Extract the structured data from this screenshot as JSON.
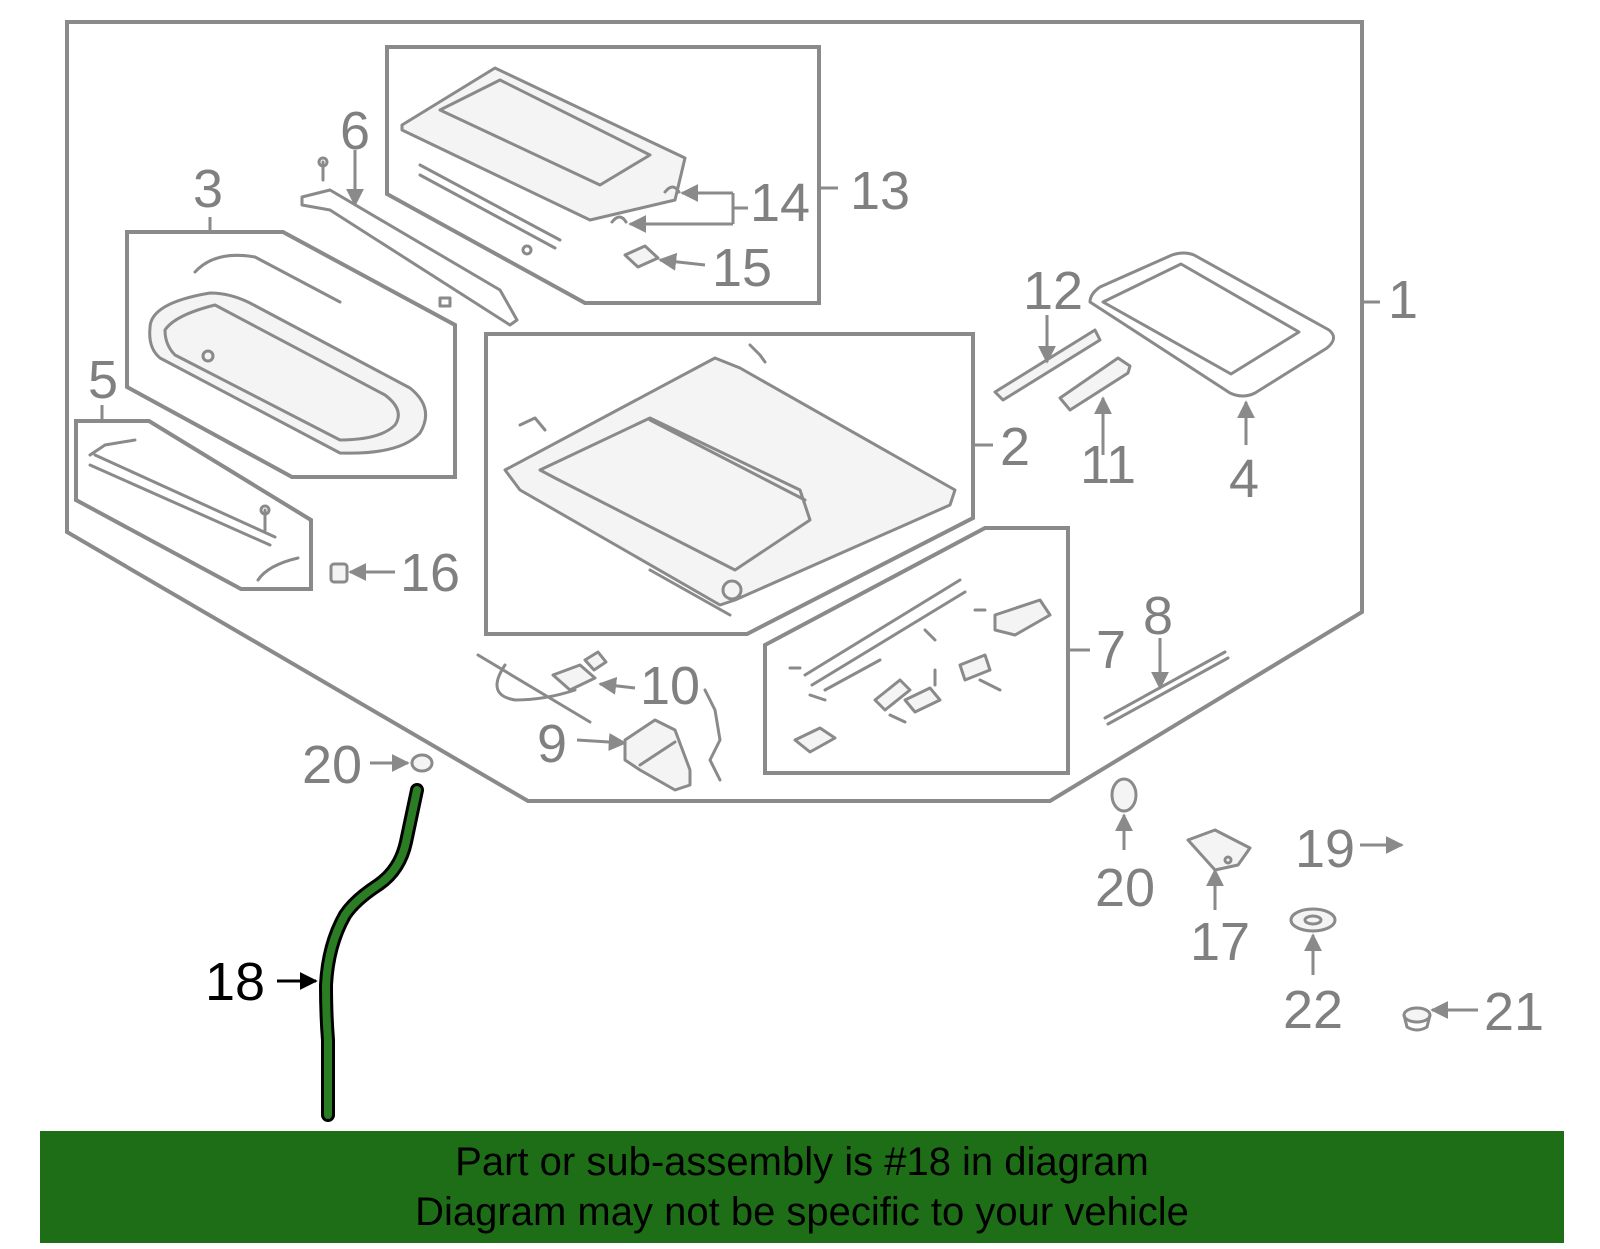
{
  "colors": {
    "highlight_part": "#2a7d22",
    "banner_background": "#1e6e17",
    "line_gray": "#8a8a8a",
    "label_gray": "#808080",
    "highlight_label": "#000000"
  },
  "callouts": [
    {
      "id": "1",
      "text": "1"
    },
    {
      "id": "2",
      "text": "2"
    },
    {
      "id": "3",
      "text": "3"
    },
    {
      "id": "4",
      "text": "4"
    },
    {
      "id": "5",
      "text": "5"
    },
    {
      "id": "6",
      "text": "6"
    },
    {
      "id": "7",
      "text": "7"
    },
    {
      "id": "8",
      "text": "8"
    },
    {
      "id": "9",
      "text": "9"
    },
    {
      "id": "10",
      "text": "10"
    },
    {
      "id": "11",
      "text": "11"
    },
    {
      "id": "12",
      "text": "12"
    },
    {
      "id": "13",
      "text": "13"
    },
    {
      "id": "14",
      "text": "14"
    },
    {
      "id": "15",
      "text": "15"
    },
    {
      "id": "16",
      "text": "16"
    },
    {
      "id": "17",
      "text": "17"
    },
    {
      "id": "18",
      "text": "18",
      "highlighted": true
    },
    {
      "id": "19",
      "text": "19"
    },
    {
      "id": "20a",
      "text": "20"
    },
    {
      "id": "20b",
      "text": "20"
    },
    {
      "id": "21",
      "text": "21"
    },
    {
      "id": "22",
      "text": "22"
    }
  ],
  "banner": {
    "line1": "Part or sub-assembly is #18 in diagram",
    "line2": "Diagram may not be specific to your vehicle"
  }
}
